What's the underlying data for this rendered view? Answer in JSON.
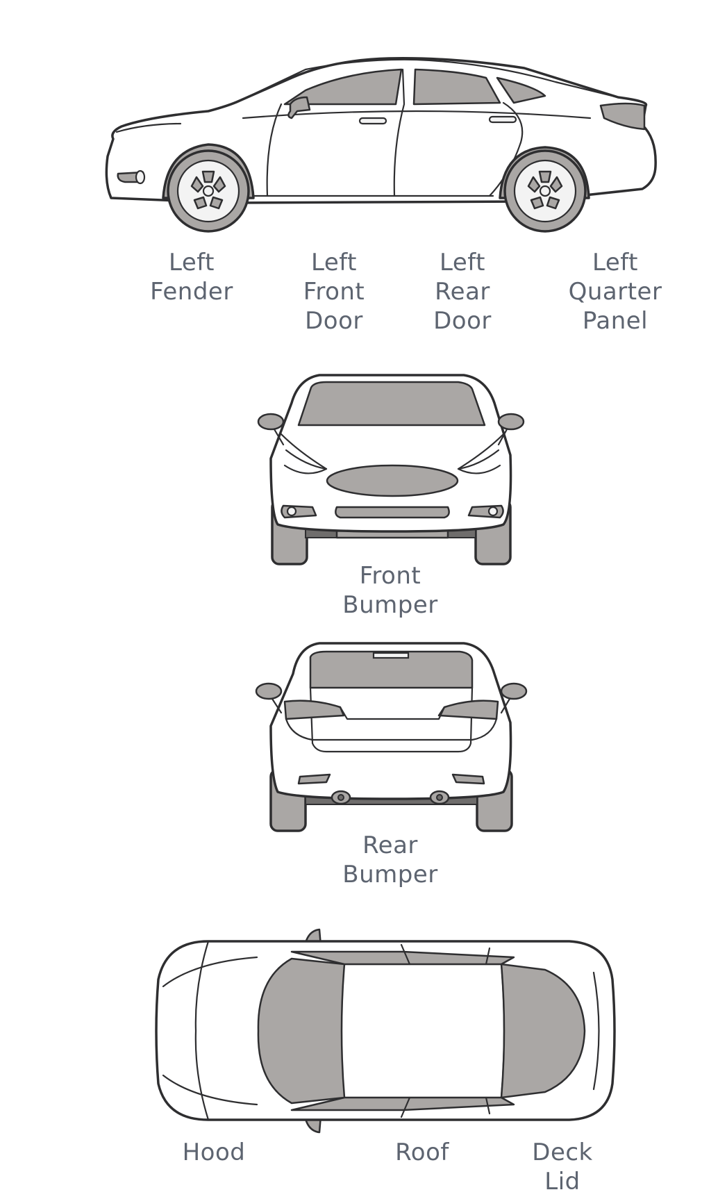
{
  "diagram": {
    "side_view": {
      "labels": [
        "Left\nFender",
        "Left\nFront\nDoor",
        "Left\nRear\nDoor",
        "Left\nQuarter\nPanel"
      ]
    },
    "front_view": {
      "label": "Front\nBumper"
    },
    "rear_view": {
      "label": "Rear\nBumper"
    },
    "top_view": {
      "labels": [
        "Hood",
        "Roof",
        "Deck\nLid"
      ]
    },
    "colors": {
      "outline": "#2e2e30",
      "glass": "#aaa7a5",
      "body": "#ffffff",
      "label_text": "#5d6470"
    }
  }
}
